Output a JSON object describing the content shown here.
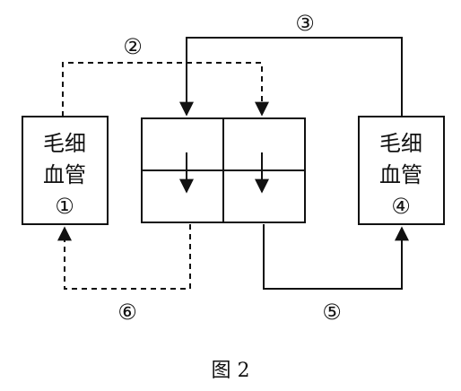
{
  "left_box": {
    "line1": "毛细",
    "line2": "血管",
    "number": "①"
  },
  "right_box": {
    "line1": "毛细",
    "line2": "血管",
    "number": "④"
  },
  "paths": {
    "p2": "②",
    "p3": "③",
    "p5": "⑤",
    "p6": "⑥"
  },
  "caption": "图 2",
  "colors": {
    "stroke": "#111111",
    "background": "#ffffff"
  }
}
